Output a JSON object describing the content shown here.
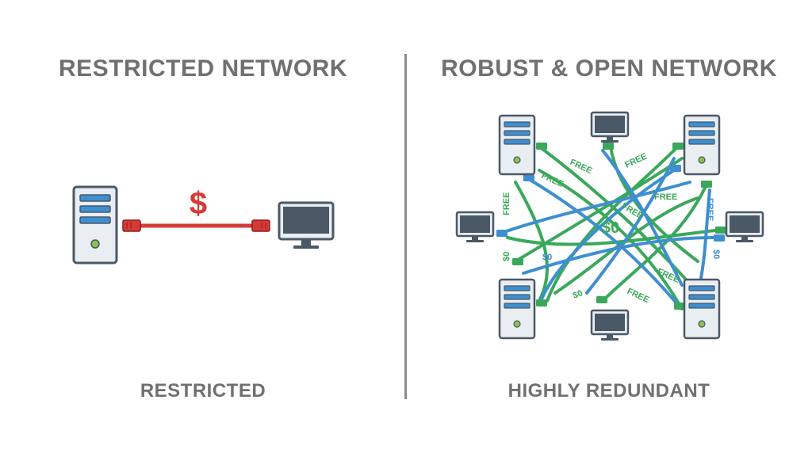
{
  "left": {
    "title": "RESTRICTED NETWORK",
    "caption": "RESTRICTED",
    "cable_label": "$"
  },
  "right": {
    "title": "ROBUST & OPEN NETWORK",
    "caption": "HIGHLY REDUNDANT",
    "center_label": "$0",
    "free_label": "FREE",
    "zero_label": "$0"
  },
  "colors": {
    "restricted_cable": "#d63a36",
    "open_cable_green": "#3aa85a",
    "open_cable_blue": "#3d8fd0",
    "device_body": "#e9eef3",
    "device_outline": "#4b5866",
    "drive_bay": "#3d8fd0",
    "power_led": "#8bc34a",
    "screen": "#4b5866"
  },
  "icons": [
    "server-icon",
    "monitor-icon",
    "ethernet-connector-icon"
  ]
}
